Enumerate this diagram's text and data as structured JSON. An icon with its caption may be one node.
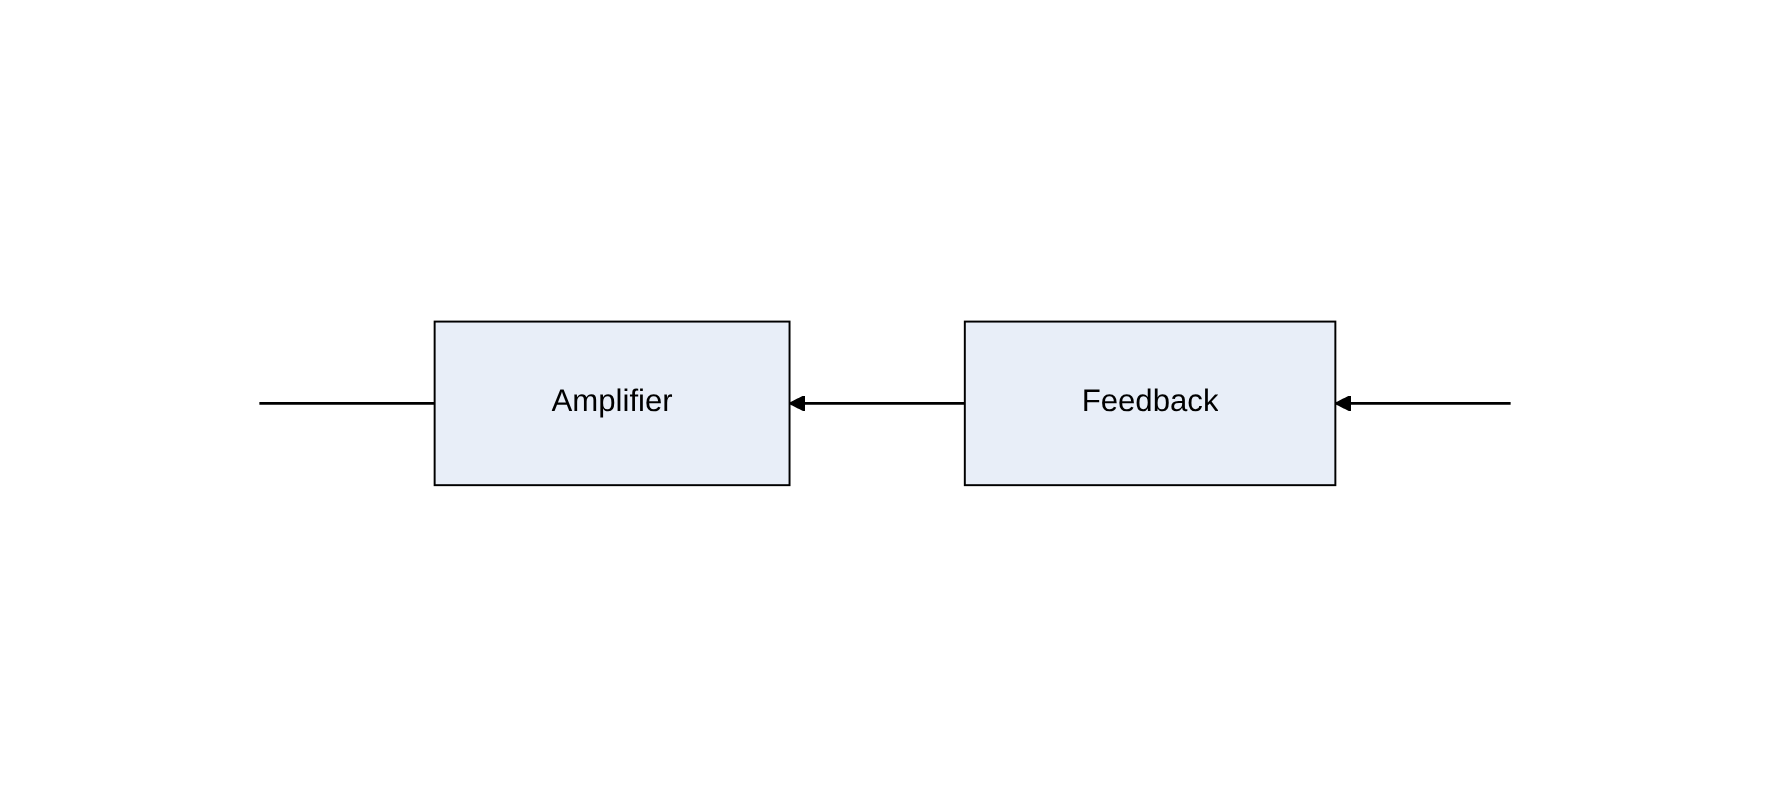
{
  "diagram": {
    "nodes": [
      {
        "text": [
          "Amplifier"
        ]
      },
      {
        "text": [
          "Feedback"
        ]
      }
    ],
    "edges": [
      {
        "from": 1,
        "to": 0,
        "arrow": "to"
      },
      {
        "from": 0,
        "to": null,
        "arrow": "none"
      },
      {
        "from": null,
        "to": 1,
        "arrow": "to"
      }
    ]
  }
}
